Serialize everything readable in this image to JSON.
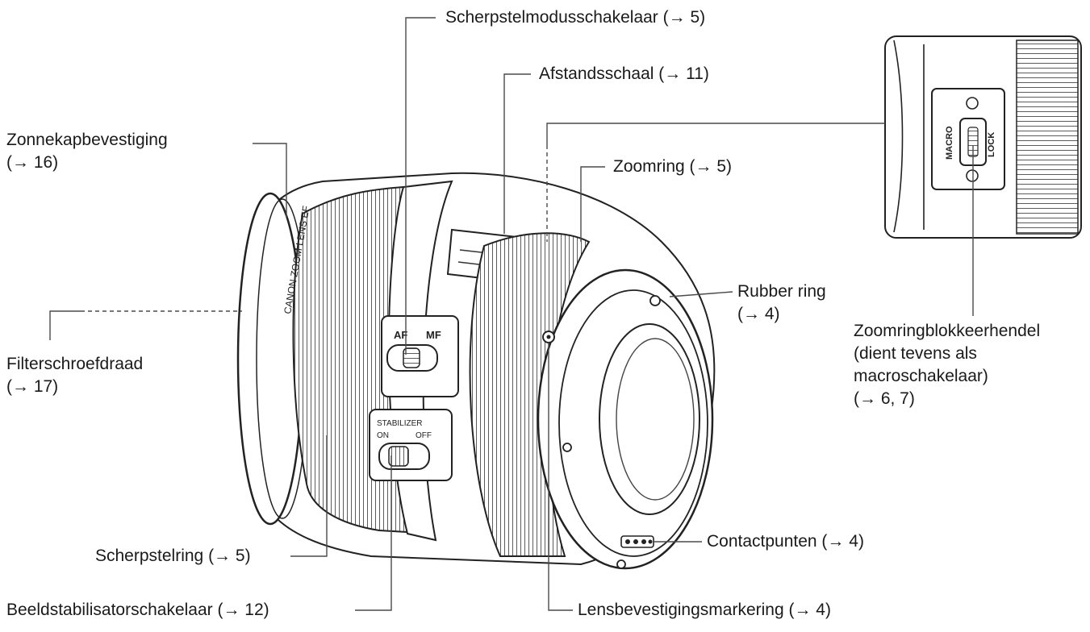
{
  "labels": {
    "focus_mode_switch": "Scherpstelmodusschakelaar (→ 5)",
    "distance_scale": "Afstandsschaal (→ 11)",
    "hood_mount": "Zonnekapbevestiging",
    "hood_mount_ref": "(→ 16)",
    "zoom_ring": "Zoomring (→ 5)",
    "rubber_ring": "Rubber ring",
    "rubber_ring_ref": "(→ 4)",
    "filter_thread": "Filterschroefdraad",
    "filter_thread_ref": "(→ 17)",
    "zoom_lock_lever": "Zoomringblokkeerhendel",
    "zoom_lock_lever_line2": "(dient tevens als",
    "zoom_lock_lever_line3": "macroschakelaar)",
    "zoom_lock_lever_ref": "(→ 6, 7)",
    "contacts": "Contactpunten (→ 4)",
    "focus_ring": "Scherpstelring (→ 5)",
    "stabilizer_switch": "Beeldstabilisatorschakelaar (→ 12)",
    "mount_index": "Lensbevestigingsmarkering (→ 4)"
  },
  "lens_markings": {
    "brand_text": "CANON ZOOM LENS EF",
    "af": "AF",
    "mf": "MF",
    "stabilizer": "STABILIZER",
    "on": "ON",
    "off": "OFF",
    "macro": "MACRO",
    "lock": "LOCK"
  }
}
